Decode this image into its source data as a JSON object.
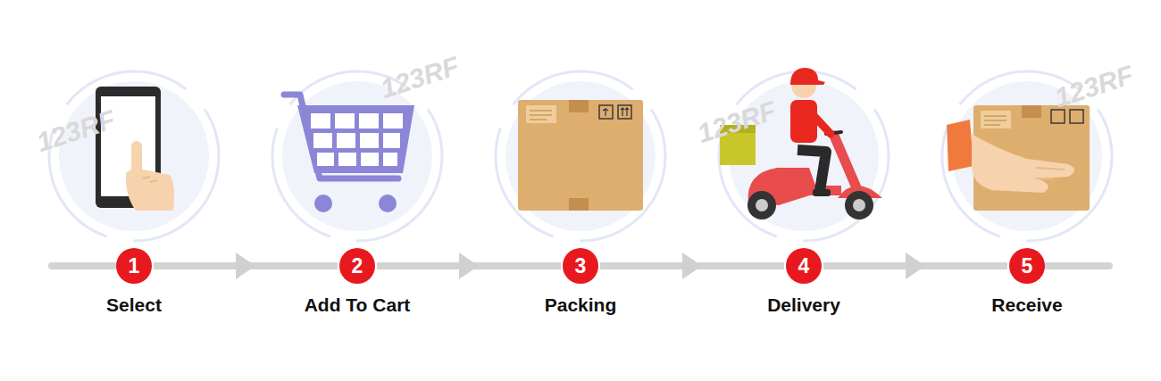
{
  "diagram": {
    "nodes": [
      {
        "text": [
          "1",
          "Select"
        ]
      },
      {
        "text": [
          "2",
          "Add To Cart"
        ]
      },
      {
        "text": [
          "3",
          "Packing"
        ]
      },
      {
        "text": [
          "4",
          "Delivery"
        ]
      },
      {
        "text": [
          "5",
          "Receive"
        ]
      }
    ],
    "edges": [
      {
        "from": 0,
        "to": 1,
        "arrow": "to"
      },
      {
        "from": 1,
        "to": 2,
        "arrow": "to"
      },
      {
        "from": 2,
        "to": 3,
        "arrow": "to"
      },
      {
        "from": 3,
        "to": 4,
        "arrow": "to"
      }
    ],
    "labels": [
      "123RF",
      "123RF",
      "123RF",
      "123RF"
    ]
  }
}
